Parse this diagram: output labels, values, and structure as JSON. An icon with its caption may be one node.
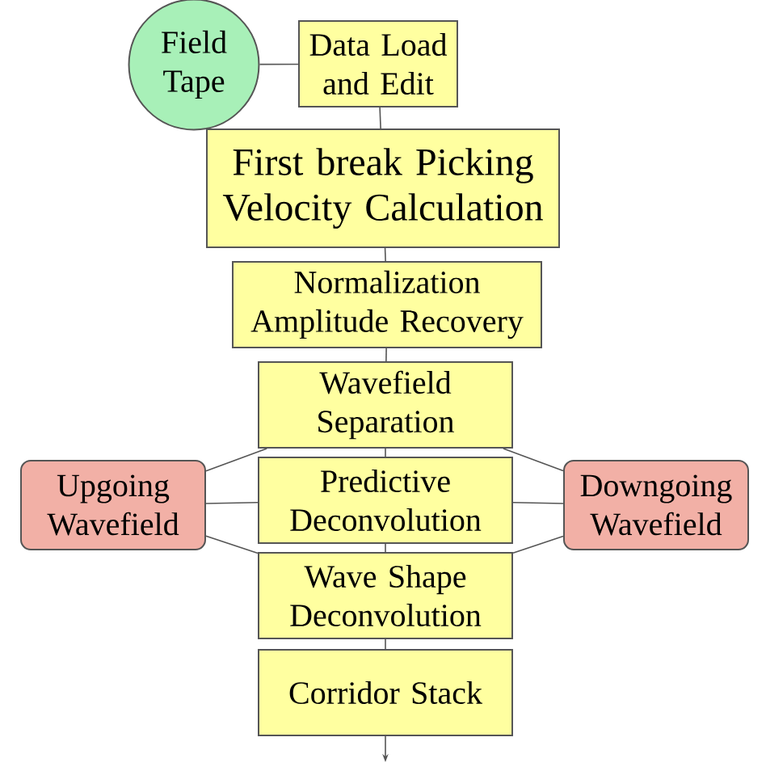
{
  "diagram": {
    "nodes": [
      {
        "text": [
          "Field Tape"
        ]
      },
      {
        "text": [
          "Data Load and Edit"
        ]
      },
      {
        "text": [
          "First break Picking Velocity Calculation"
        ]
      },
      {
        "text": [
          "Normalization Amplitude Recovery"
        ]
      },
      {
        "text": [
          "Wavefield Separation"
        ]
      },
      {
        "text": [
          "Predictive Deconvolution"
        ]
      },
      {
        "text": [
          "Wave Shape Deconvolution"
        ]
      },
      {
        "text": [
          "Corridor Stack"
        ]
      },
      {
        "text": [
          "Upgoing Wavefield"
        ]
      },
      {
        "text": [
          "Downgoing Wavefield"
        ]
      }
    ],
    "edges": [
      {
        "from": 0,
        "to": 1,
        "arrow": "none"
      },
      {
        "from": 1,
        "to": 2,
        "arrow": "none"
      },
      {
        "from": 2,
        "to": 3,
        "arrow": "none"
      },
      {
        "from": 3,
        "to": 4,
        "arrow": "none"
      },
      {
        "from": 4,
        "to": 5,
        "arrow": "none"
      },
      {
        "from": 5,
        "to": 6,
        "arrow": "none"
      },
      {
        "from": 6,
        "to": 7,
        "arrow": "none"
      },
      {
        "from": 8,
        "to": 4,
        "arrow": "none"
      },
      {
        "from": 8,
        "to": 5,
        "arrow": "none"
      },
      {
        "from": 8,
        "to": 6,
        "arrow": "none"
      },
      {
        "from": 9,
        "to": 4,
        "arrow": "none"
      },
      {
        "from": 9,
        "to": 5,
        "arrow": "none"
      },
      {
        "from": 9,
        "to": 6,
        "arrow": "none"
      },
      {
        "from": 7,
        "to": null,
        "arrow": "to"
      }
    ]
  }
}
